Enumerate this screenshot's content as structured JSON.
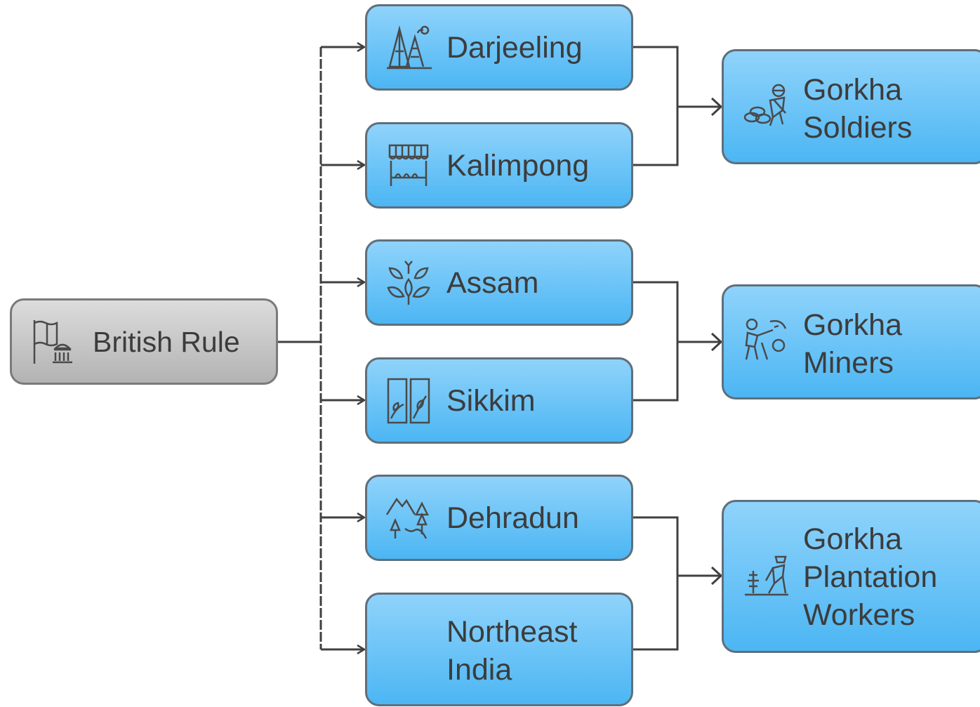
{
  "root": {
    "label": "British Rule",
    "icon": "flag-government-building-icon"
  },
  "regions": [
    {
      "label": "Darjeeling",
      "icon": "mountain-trees-icon"
    },
    {
      "label": "Kalimpong",
      "icon": "market-stall-icon"
    },
    {
      "label": "Assam",
      "icon": "tea-leaves-icon"
    },
    {
      "label": "Sikkim",
      "icon": "wall-panels-plant-icon"
    },
    {
      "label": "Dehradun",
      "icon": "mountain-forest-icon"
    },
    {
      "label": "Northeast\nIndia",
      "icon": ""
    }
  ],
  "roles": [
    {
      "label": "Gorkha\nSoldiers",
      "icon": "soldier-icon"
    },
    {
      "label": "Gorkha\nMiners",
      "icon": "miner-icon"
    },
    {
      "label": "Gorkha\nPlantation\nWorkers",
      "icon": "plantation-worker-icon"
    }
  ],
  "links": [
    {
      "from": "Darjeeling",
      "to": "Gorkha Soldiers"
    },
    {
      "from": "Kalimpong",
      "to": "Gorkha Soldiers"
    },
    {
      "from": "Assam",
      "to": "Gorkha Miners"
    },
    {
      "from": "Sikkim",
      "to": "Gorkha Miners"
    },
    {
      "from": "Dehradun",
      "to": "Gorkha Plantation Workers"
    },
    {
      "from": "Northeast India",
      "to": "Gorkha Plantation Workers"
    }
  ],
  "colors": {
    "node_fill_top": "#8fd3fb",
    "node_fill_bottom": "#4cb6f3",
    "root_fill_top": "#dcdcdc",
    "root_fill_bottom": "#b3b3b3",
    "connector": "#404040",
    "text": "#3c3c3c"
  }
}
